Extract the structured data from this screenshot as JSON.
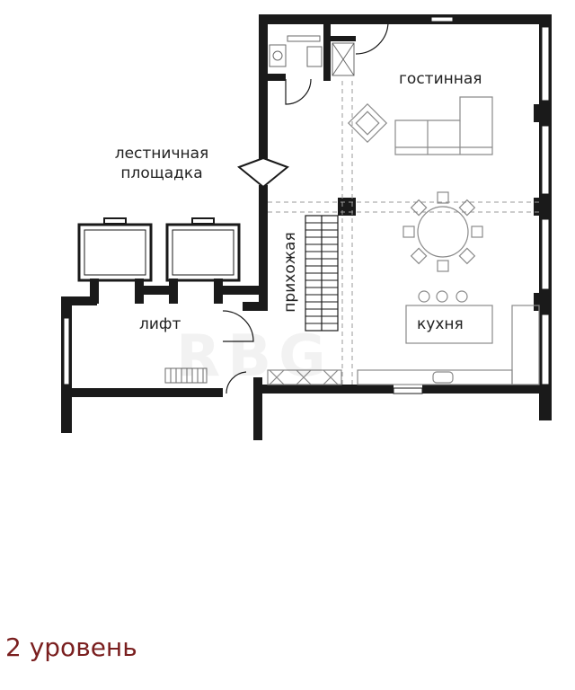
{
  "rooms": {
    "stairwell_line1": "лестничная",
    "stairwell_line2": "площадка",
    "living_room": "гостинная",
    "lift": "лифт",
    "kitchen": "кухня",
    "hallway": "прихожая"
  },
  "level_caption": "2 уровень",
  "watermark": "RBG",
  "colors": {
    "wall": "#1a1a1a",
    "furniture": "#8a8a8a",
    "caption": "#7a1f1f",
    "dashed": "#9a9a9a"
  }
}
